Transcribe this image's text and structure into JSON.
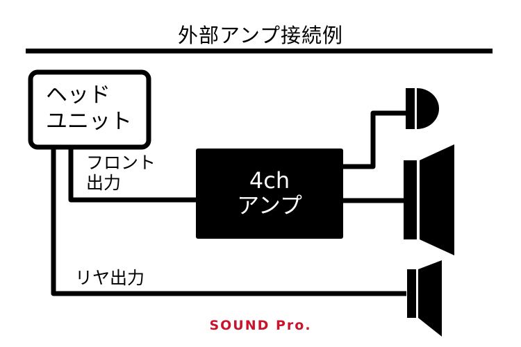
{
  "title": "外部アンプ接続例",
  "head_unit": {
    "line1": "ヘッド",
    "line2": "ユニット"
  },
  "amplifier": {
    "line1": "4ch",
    "line2": "アンプ"
  },
  "labels": {
    "front_output_line1": "フロント",
    "front_output_line2": "出力",
    "rear_output": "リヤ出力"
  },
  "brand": "SOUND Pro.",
  "colors": {
    "line": "#000000",
    "amp_fill": "#000000",
    "amp_text": "#ffffff",
    "brand": "#c8142d",
    "background": "#ffffff"
  },
  "icons": {
    "tweeter": "tweeter-icon",
    "front_speaker": "speaker-icon",
    "rear_speaker": "speaker-icon"
  }
}
